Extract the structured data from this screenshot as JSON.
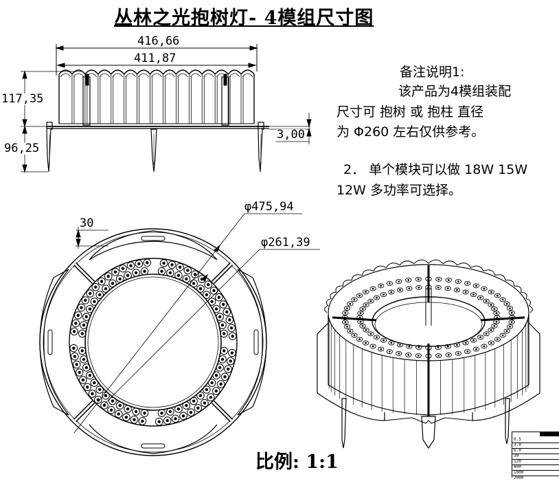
{
  "title": "丛林之光抱树灯- 4模组尺寸图",
  "notes": {
    "heading": "备注说明1:",
    "line1": "该产品为4模组装配",
    "line2": "尺寸可 抱树 或 抱柱 直径",
    "line3": "为 Φ260 左右仅供参考。",
    "line4": "2． 单个模块可以做 18W 15W",
    "line5": "12W   多功率可选择。"
  },
  "dimensions": {
    "overall_width": "416,66",
    "inner_width": "411,87",
    "height": "117,35",
    "stake_length": "96,25",
    "base_thickness": "3,00",
    "outer_diameter": "φ475,94",
    "inner_diameter": "φ261,39",
    "offset": "30"
  },
  "scale_label": "比例:  1:1",
  "table_rows": [
    "0.5",
    "3.0",
    "6.0",
    "30",
    "120",
    "400",
    "1000",
    "2000"
  ]
}
